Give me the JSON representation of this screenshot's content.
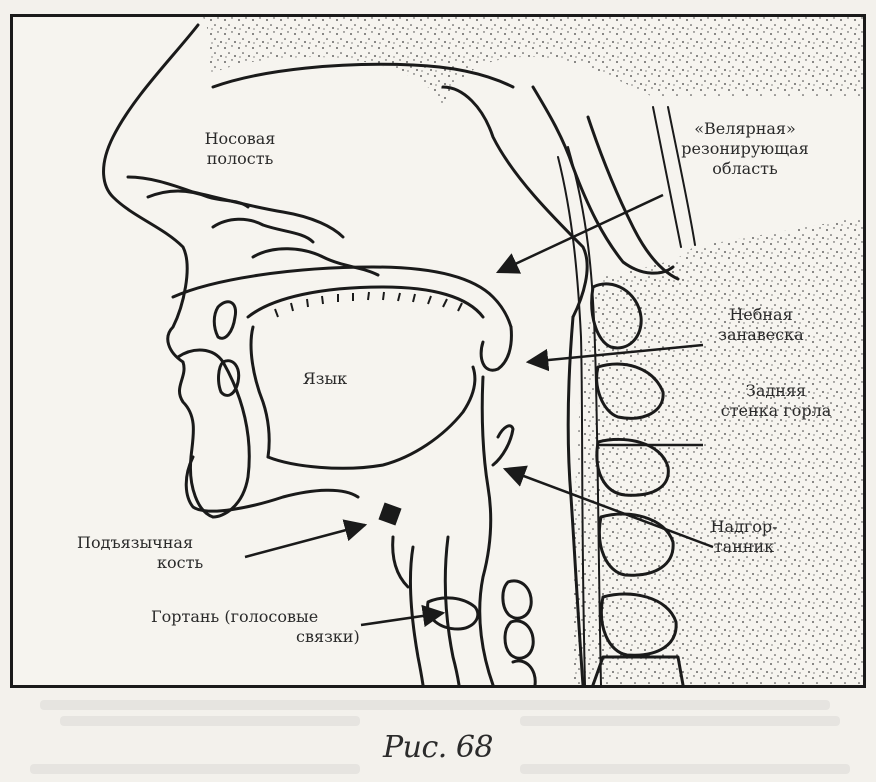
{
  "figure": {
    "caption": "Рис. 68",
    "labels": {
      "nasal_cavity_1": "Носовая",
      "nasal_cavity_2": "полость",
      "velar_1": "«Велярная»",
      "velar_2": "резонирующая",
      "velar_3": "область",
      "soft_palate_1": "Небная",
      "soft_palate_2": "занавеска",
      "back_wall_1": "Задняя",
      "back_wall_2": "стенка горла",
      "tongue": "Язык",
      "epiglottis_1": "Надгор-",
      "epiglottis_2": "танник",
      "hyoid_1": "Подъязычная",
      "hyoid_2": "кость",
      "larynx_1": "Гортань (голосовые",
      "larynx_2": "связки)"
    }
  },
  "colors": {
    "ink": "#1a1a1a",
    "paper": "#f6f4ef",
    "stipple": "#3a3a3a"
  }
}
